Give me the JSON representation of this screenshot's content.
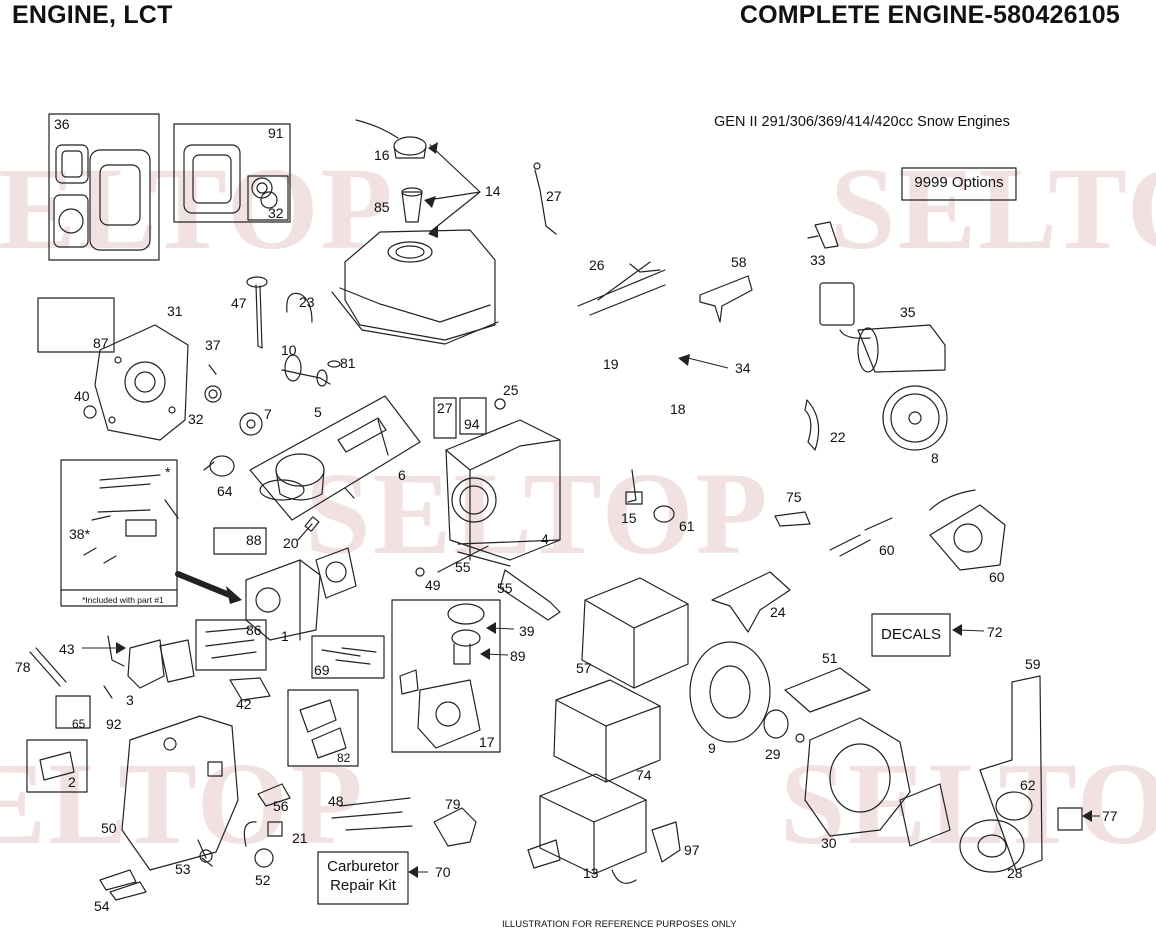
{
  "header": {
    "left_title": "ENGINE, LCT",
    "right_title": "COMPLETE ENGINE-580426105"
  },
  "subtitle": "GEN II 291/306/369/414/420cc Snow Engines",
  "footer": "ILLUSTRATION FOR REFERENCE PURPOSES ONLY",
  "watermark": "SELTOP",
  "boxes": {
    "options": {
      "code": "9999",
      "label": "Options"
    },
    "decals": "DECALS",
    "carb_kit": [
      "Carburetor",
      "Repair Kit"
    ]
  },
  "note": "*Included with part #1",
  "callouts": [
    "36",
    "91",
    "32",
    "16",
    "85",
    "14",
    "27",
    "33",
    "35",
    "26",
    "58",
    "47",
    "23",
    "31",
    "87",
    "37",
    "10",
    "81",
    "19",
    "34",
    "18",
    "40",
    "32",
    "7",
    "5",
    "25",
    "27",
    "94",
    "22",
    "8",
    "64",
    "38*",
    "*",
    "6",
    "15",
    "61",
    "75",
    "60",
    "60",
    "88",
    "20",
    "4",
    "49",
    "55",
    "55",
    "24",
    "72",
    "43",
    "78",
    "3",
    "86",
    "1",
    "39",
    "89",
    "69",
    "57",
    "51",
    "59",
    "42",
    "65",
    "92",
    "82",
    "17",
    "9",
    "29",
    "74",
    "2",
    "50",
    "56",
    "21",
    "48",
    "79",
    "30",
    "62",
    "77",
    "97",
    "53",
    "52",
    "70",
    "13",
    "28",
    "54"
  ],
  "colors": {
    "ink": "#222222",
    "watermark": "#c47878"
  }
}
